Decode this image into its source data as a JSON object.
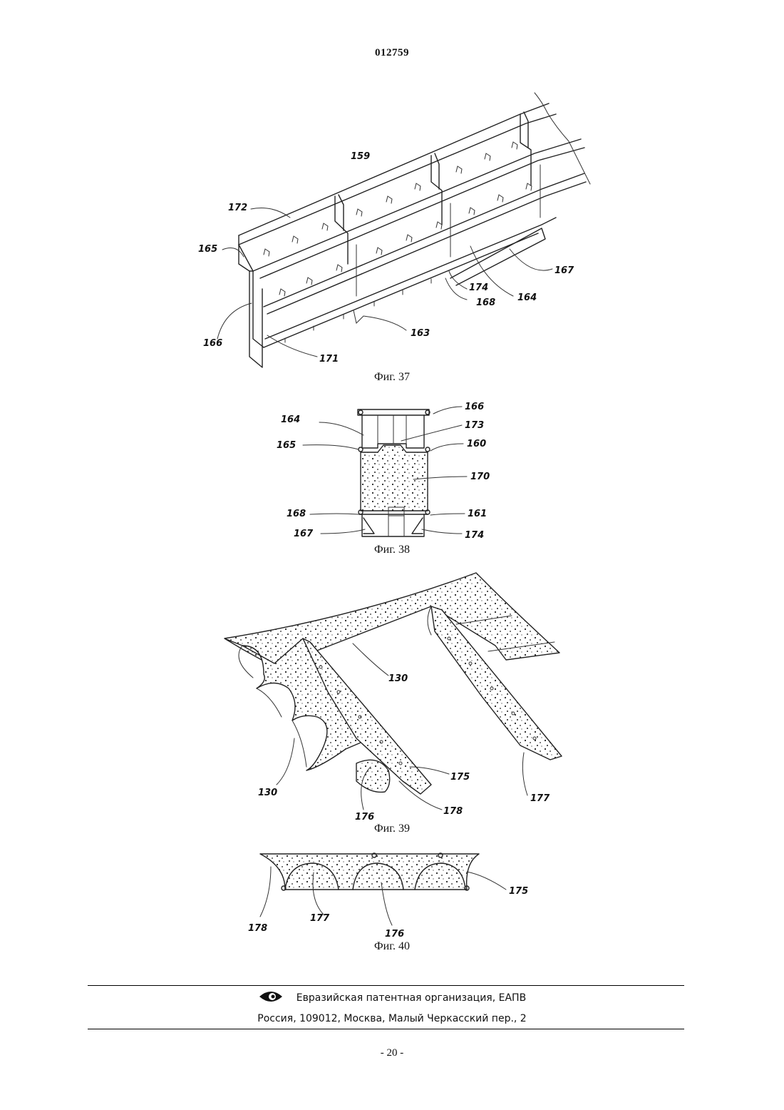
{
  "document_number": "012759",
  "figures": {
    "fig37": {
      "caption": "Фиг. 37",
      "labels": {
        "l159": "159",
        "l172": "172",
        "l165": "165",
        "l166": "166",
        "l171": "171",
        "l163": "163",
        "l168": "168",
        "l174": "174",
        "l164": "164",
        "l167": "167"
      }
    },
    "fig38": {
      "caption": "Фиг. 38",
      "labels": {
        "l164": "164",
        "l166": "166",
        "l173": "173",
        "l165": "165",
        "l160": "160",
        "l170": "170",
        "l168": "168",
        "l161": "161",
        "l167": "167",
        "l174": "174"
      }
    },
    "fig39": {
      "caption": "Фиг. 39",
      "labels": {
        "l130a": "130",
        "l130b": "130",
        "l175": "175",
        "l177": "177",
        "l176": "176",
        "l178": "178"
      }
    },
    "fig40": {
      "caption": "Фиг. 40",
      "labels": {
        "l175": "175",
        "l178": "178",
        "l177": "177",
        "l176": "176"
      }
    }
  },
  "footer": {
    "organization": "Евразийская патентная организация, ЕАПВ",
    "address": "Россия, 109012, Москва, Малый Черкасский пер., 2",
    "logo_icon": "eye-logo-icon"
  },
  "page_number": "- 20 -"
}
